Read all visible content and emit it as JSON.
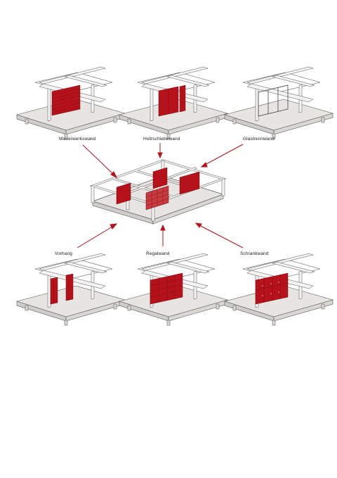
{
  "labels": {
    "mauerwerkswand": "Mauerwerkswand",
    "holzschiebewand": "Holzschiebewand",
    "glastrennwand": "Glastrennwand",
    "vorhang": "Vorhang",
    "regalwand": "Regalwand",
    "schrankwand": "Schrankwand"
  },
  "colors": {
    "accent_red": "#b5121b",
    "slab_fill": "#e6e5e2",
    "slab_side": "#cfcdc9",
    "line": "#555555",
    "paper": "#ffffff"
  }
}
